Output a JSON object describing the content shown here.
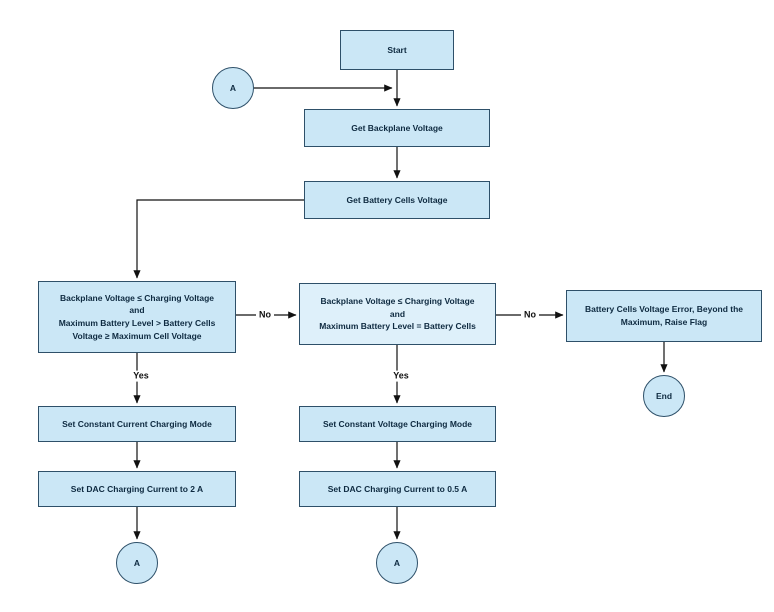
{
  "nodes": {
    "start": "Start",
    "connector_a_top": "A",
    "get_backplane_voltage": "Get Backplane Voltage",
    "get_battery_cells_voltage": "Get Battery Cells Voltage",
    "decision_cc": "Backplane Voltage ≤ Charging Voltage\nand\nMaximum Battery Level > Battery Cells\nVoltage ≥ Maximum Cell Voltage",
    "decision_cv": "Backplane Voltage ≤ Charging Voltage\nand\nMaximum Battery Level = Battery Cells",
    "error": "Battery Cells Voltage Error, Beyond the Maximum, Raise Flag",
    "end": "End",
    "set_cc_mode": "Set Constant Current Charging Mode",
    "set_dac_2a": "Set DAC Charging Current to 2 A",
    "connector_a_bottom_left": "A",
    "set_cv_mode": "Set Constant Voltage Charging Mode",
    "set_dac_05a": "Set DAC Charging Current to 0.5 A",
    "connector_a_bottom_mid": "A"
  },
  "edge_labels": {
    "no_left": "No",
    "no_mid": "No",
    "yes_left": "Yes",
    "yes_mid": "Yes"
  },
  "colors": {
    "node_fill": "#cbe7f6",
    "node_fill_light": "#def0fa",
    "node_border": "#2e5069",
    "node_text": "#0e2a40",
    "edge_stroke": "#111111",
    "background": "#ffffff"
  }
}
